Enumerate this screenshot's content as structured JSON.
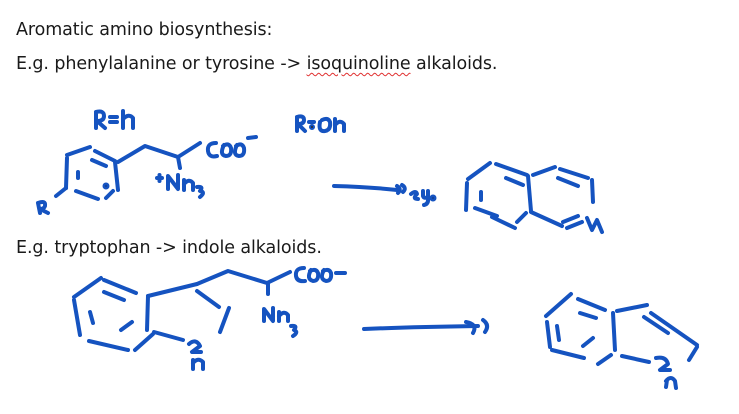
{
  "text": {
    "heading": "Aromatic amino biosynthesis:",
    "line2_prefix": "E.g. phenylalanine or tyrosine -> ",
    "line2_misspelled": "isoquinoline",
    "line2_suffix": " alkaloids.",
    "line3": "E.g. tryptophan -> indole alkaloids."
  },
  "annotations": {
    "r_equals_h": "R = H",
    "r_equals_oh": "R = OH",
    "carboxylate": "COO⁻",
    "ammonium": "⁺NH₃",
    "substituent_r": "R",
    "eg_label": "e.g.",
    "nitrogen": "N",
    "tryptophan_amine": "NH₃",
    "indole_nh": "NH"
  },
  "colors": {
    "ink": "#1553c0",
    "text": "#1a1a1a",
    "spellcheck": "#e03030"
  }
}
